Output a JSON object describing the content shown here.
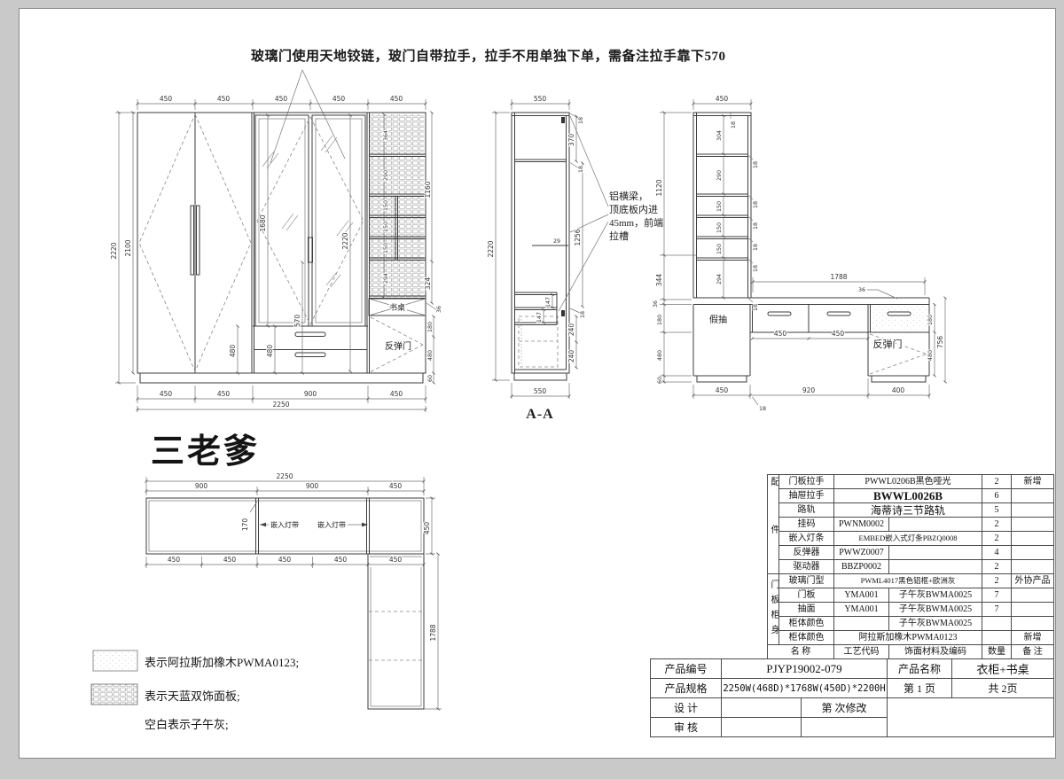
{
  "sheet": {
    "note_top": "玻璃门使用天地铰链，玻门自带拉手，拉手不用单独下单，需备注拉手靠下570",
    "watermark": "三老爹"
  },
  "d18": "18",
  "front": {
    "top_dims": [
      "450",
      "450",
      "450",
      "450",
      "450"
    ],
    "h_outer": "2220",
    "h_inner": "2100",
    "glass_h": "1680",
    "handle_h": "570",
    "h_mid": "2220",
    "drawer_dims": [
      "480",
      "480"
    ],
    "cells": [
      "364",
      "290",
      "150",
      "150",
      "150",
      "294"
    ],
    "right_upper": [
      "1160",
      "324",
      "36"
    ],
    "right_lower": [
      "180",
      "480",
      "60"
    ],
    "desk_label": "书桌",
    "rebound_label": "反弹门",
    "bottom_dims": [
      "450",
      "450",
      "900",
      "450"
    ],
    "total_w": "2250"
  },
  "section": {
    "label": "A-A",
    "top_w": "550",
    "bottom_w": "550",
    "height": "2220",
    "r_dims": [
      "18",
      "370",
      "18",
      "1256"
    ],
    "small": "29",
    "shelf1": "147",
    "shelf2": "147",
    "lower": [
      "240",
      "240"
    ],
    "note_lines": [
      "铝横梁，",
      "顶底板内进",
      "45mm，前端",
      "拉槽"
    ]
  },
  "right_view": {
    "top_w": "450",
    "cells": [
      "304",
      "290",
      "150",
      "150",
      "150",
      "294"
    ],
    "left_upper": [
      "1120",
      "344",
      "36"
    ],
    "left_lower": [
      "180",
      "480",
      "60"
    ],
    "desk_w": "1788",
    "desk_t": "36",
    "fake_drawer": "假抽",
    "drawer_dims": [
      "450",
      "450"
    ],
    "right_dims": [
      "180",
      "480",
      "756"
    ],
    "bottom_dims": [
      "450",
      "920",
      "400"
    ],
    "rebound_label": "反弹门"
  },
  "plan": {
    "total_w": "2250",
    "segs": [
      "900",
      "900",
      "450"
    ],
    "gap": "170",
    "lights": [
      "嵌入灯带",
      "嵌入灯带"
    ],
    "bottom_dims": [
      "450",
      "450",
      "450",
      "450",
      "450"
    ],
    "depth": "450",
    "tail_len": "1788"
  },
  "legend": {
    "items": [
      "表示阿拉斯加橡木PWMA0123;",
      "表示天蓝双饰面板;",
      "空白表示子午灰;"
    ]
  },
  "parts_table": {
    "groups": [
      "配件",
      "门板柜身"
    ],
    "headers": [
      "名 称",
      "工艺代码",
      "饰面材料及编码",
      "数量",
      "备 注"
    ],
    "rows": [
      {
        "name": "门板拉手",
        "value": "PWWL0206B黑色哑光",
        "qty": "2",
        "remark": "新增"
      },
      {
        "name": "抽屉拉手",
        "value": "BWWL0026B",
        "qty": "6",
        "remark": ""
      },
      {
        "name": "路轨",
        "value": "海蒂诗三节路轨",
        "qty": "5",
        "remark": ""
      },
      {
        "name": "挂码",
        "code": "PWNM0002",
        "finish": "",
        "qty": "2",
        "remark": ""
      },
      {
        "name": "嵌入灯条",
        "value": "EMBED嵌入式灯条PBZQ0008",
        "qty": "2",
        "remark": ""
      },
      {
        "name": "反弹器",
        "code": "PWWZ0007",
        "finish": "",
        "qty": "4",
        "remark": ""
      },
      {
        "name": "驱动器",
        "code": "BBZP0002",
        "finish": "",
        "qty": "2",
        "remark": ""
      },
      {
        "name": "玻璃门型",
        "value": "PWML4017黑色铝框+欧洲灰",
        "qty": "2",
        "remark": "外协产品"
      },
      {
        "name": "门板",
        "code": "YMA001",
        "finish": "子午灰BWMA0025",
        "qty": "7",
        "remark": ""
      },
      {
        "name": "抽面",
        "code": "YMA001",
        "finish": "子午灰BWMA0025",
        "qty": "7",
        "remark": ""
      },
      {
        "name": "柜体颜色",
        "code": "",
        "finish": "子午灰BWMA0025",
        "qty": "",
        "remark": ""
      },
      {
        "name": "柜体颜色",
        "value": "阿拉斯加橡木PWMA0123",
        "qty": "",
        "remark": "新增"
      }
    ]
  },
  "title_block": {
    "lbl_code": "产品编号",
    "code": "PJYP19002-079",
    "lbl_name": "产品名称",
    "name": "衣柜+书桌",
    "lbl_spec": "产品规格",
    "spec": "2250W(468D)*1768W(450D)*2200H",
    "page": "第 1 页",
    "pages": "共 2页",
    "lbl_design": "设    计",
    "revision": "第   次修改",
    "lbl_check": "审    核"
  }
}
